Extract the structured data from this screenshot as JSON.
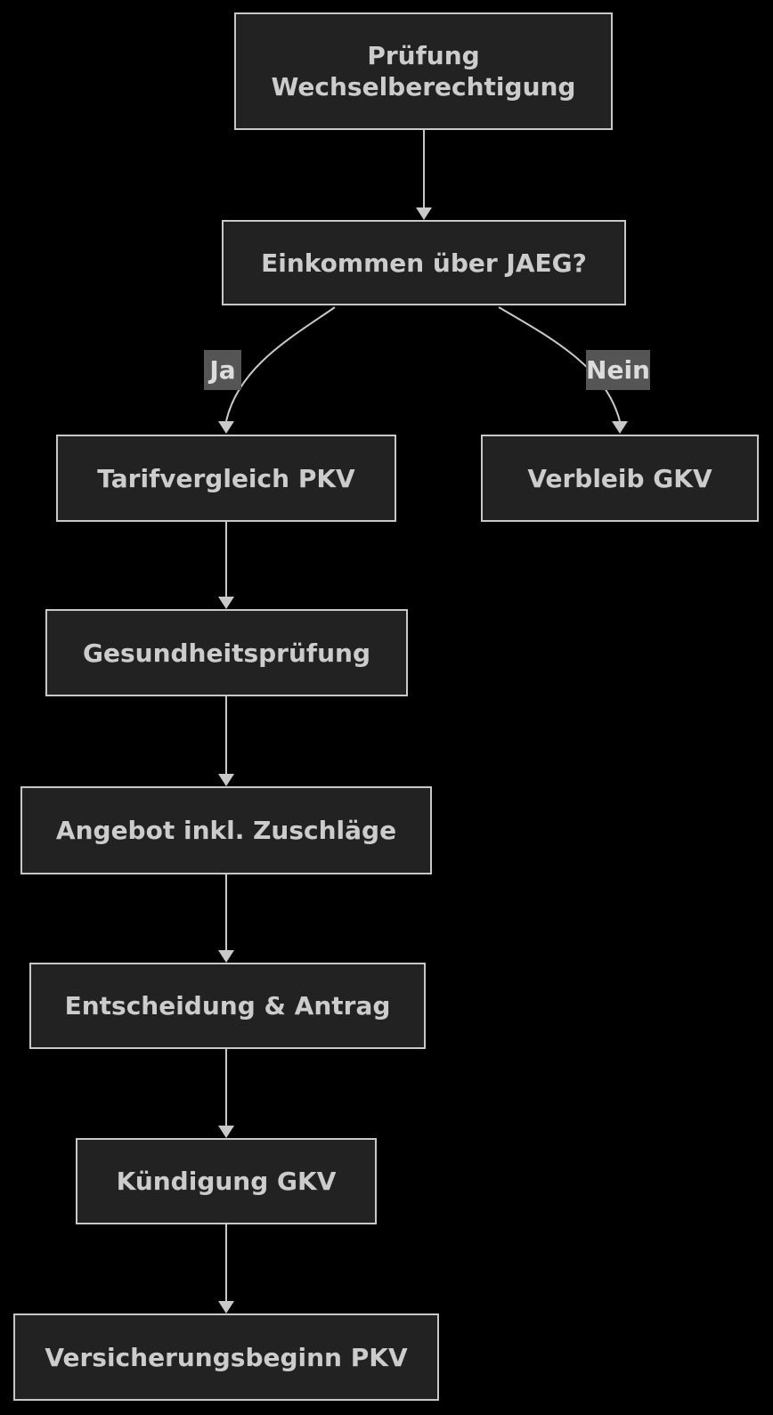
{
  "diagram": {
    "type": "flowchart",
    "direction": "top-down",
    "nodes": [
      {
        "id": "pruefung-wechselberechtigung",
        "label": "Prüfung Wechselberechtigung"
      },
      {
        "id": "einkommen-ueber-jaeg",
        "label": "Einkommen über JAEG?"
      },
      {
        "id": "tarifvergleich-pkv",
        "label": "Tarifvergleich PKV"
      },
      {
        "id": "verbleib-gkv",
        "label": "Verbleib GKV"
      },
      {
        "id": "gesundheitspruefung",
        "label": "Gesundheitsprüfung"
      },
      {
        "id": "angebot-inkl-zuschlaege",
        "label": "Angebot inkl. Zuschläge"
      },
      {
        "id": "entscheidung-antrag",
        "label": "Entscheidung & Antrag"
      },
      {
        "id": "kuendigung-gkv",
        "label": "Kündigung GKV"
      },
      {
        "id": "versicherungsbeginn-pkv",
        "label": "Versicherungsbeginn PKV"
      }
    ],
    "edges": [
      {
        "from": "pruefung-wechselberechtigung",
        "to": "einkommen-ueber-jaeg",
        "label": ""
      },
      {
        "from": "einkommen-ueber-jaeg",
        "to": "tarifvergleich-pkv",
        "label": "Ja"
      },
      {
        "from": "einkommen-ueber-jaeg",
        "to": "verbleib-gkv",
        "label": "Nein"
      },
      {
        "from": "tarifvergleich-pkv",
        "to": "gesundheitspruefung",
        "label": ""
      },
      {
        "from": "gesundheitspruefung",
        "to": "angebot-inkl-zuschlaege",
        "label": ""
      },
      {
        "from": "angebot-inkl-zuschlaege",
        "to": "entscheidung-antrag",
        "label": ""
      },
      {
        "from": "entscheidung-antrag",
        "to": "kuendigung-gkv",
        "label": ""
      },
      {
        "from": "kuendigung-gkv",
        "to": "versicherungsbeginn-pkv",
        "label": ""
      }
    ],
    "colors": {
      "background": "#000000",
      "node_fill": "#222222",
      "node_border": "#c8c8c8",
      "node_text": "#cccccc",
      "edge": "#c9c9c9",
      "edge_label_background": "#555555",
      "edge_label_text": "#dcdcdc"
    }
  }
}
